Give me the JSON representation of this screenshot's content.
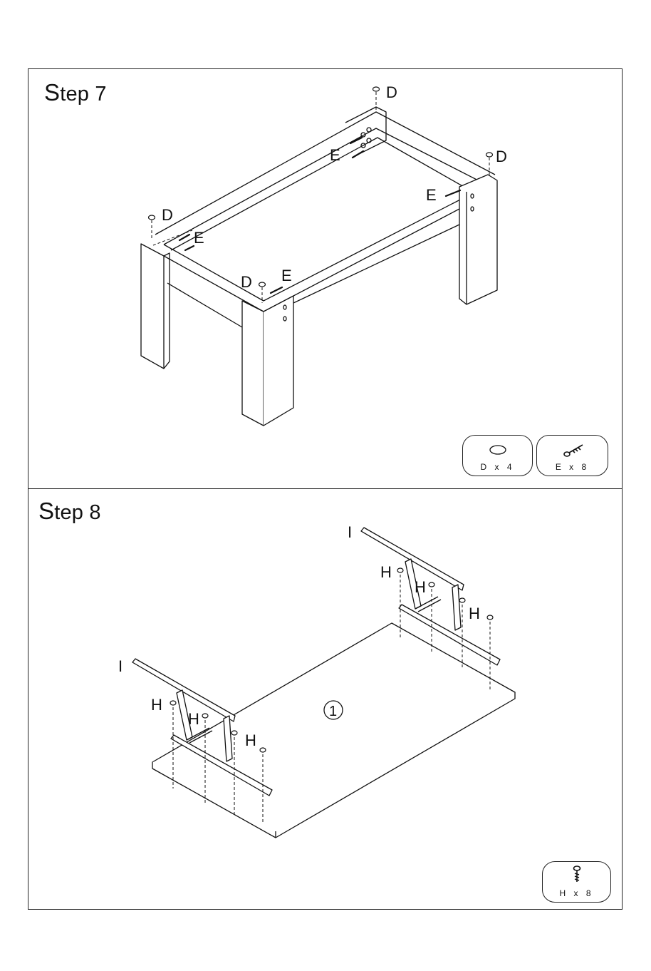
{
  "steps": [
    {
      "title_initial": "S",
      "title_rest": "tep 7",
      "part_labels": {
        "D": "D",
        "E": "E"
      },
      "hardware": [
        {
          "count_label": "D x 4",
          "icon": "cap-icon"
        },
        {
          "count_label": "E x 8",
          "icon": "screw-icon"
        }
      ]
    },
    {
      "title_initial": "S",
      "title_rest": "tep 8",
      "part_labels": {
        "H": "H",
        "I": "I",
        "panel": "1"
      },
      "hardware": [
        {
          "count_label": "H x 8",
          "icon": "screw-icon"
        }
      ]
    }
  ]
}
